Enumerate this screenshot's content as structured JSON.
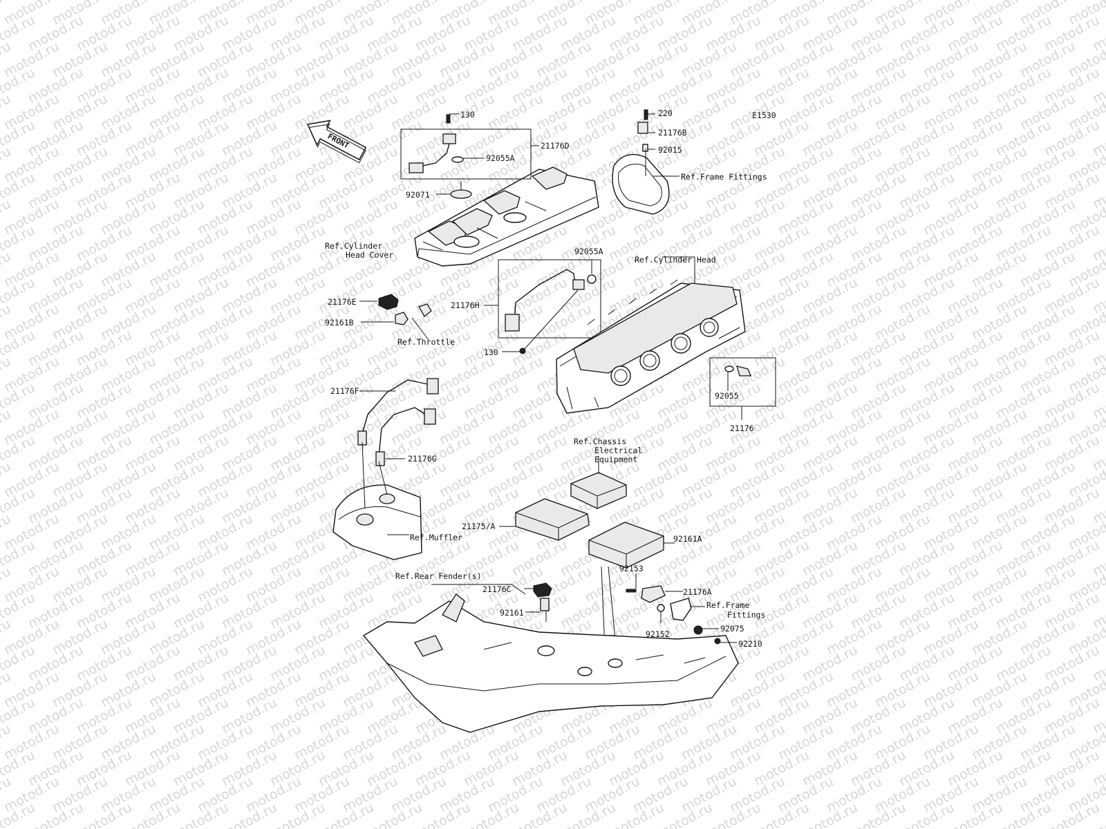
{
  "diagram": {
    "code": "E1530",
    "front_label": "FRONT",
    "watermark": "motod.ru",
    "labels": {
      "p130_top": "130",
      "p21176D": "21176D",
      "p92055A_top": "92055A",
      "p92071": "92071",
      "ref_cyl_head_cover_1": "Ref.Cylinder",
      "ref_cyl_head_cover_2": "Head Cover",
      "p220": "220",
      "p21176B": "21176B",
      "p92015": "92015",
      "ref_frame_fittings_top": "Ref.Frame Fittings",
      "p92055A_mid": "92055A",
      "ref_cyl_head": "Ref.Cylinder Head",
      "p21176E": "21176E",
      "p92161B": "92161B",
      "ref_throttle": "Ref.Throttle",
      "p21176H": "21176H",
      "p130_mid": "130",
      "p92055": "92055",
      "p21176": "21176",
      "p21176F": "21176F",
      "p21176G": "21176G",
      "ref_chassis_1": "Ref.Chassis",
      "ref_chassis_2": "Electrical",
      "ref_chassis_3": "Equipment",
      "p21175A": "21175/A",
      "p92161A": "92161A",
      "ref_muffler": "Ref.Muffler",
      "ref_rear_fender": "Ref.Rear Fender(s)",
      "p92153": "92153",
      "p21176C": "21176C",
      "p21176A": "21176A",
      "p92161": "92161",
      "ref_frame_fittings_low_1": "Ref.Frame",
      "ref_frame_fittings_low_2": "Fittings",
      "p92152": "92152",
      "p92075": "92075",
      "p92210": "92210"
    }
  }
}
